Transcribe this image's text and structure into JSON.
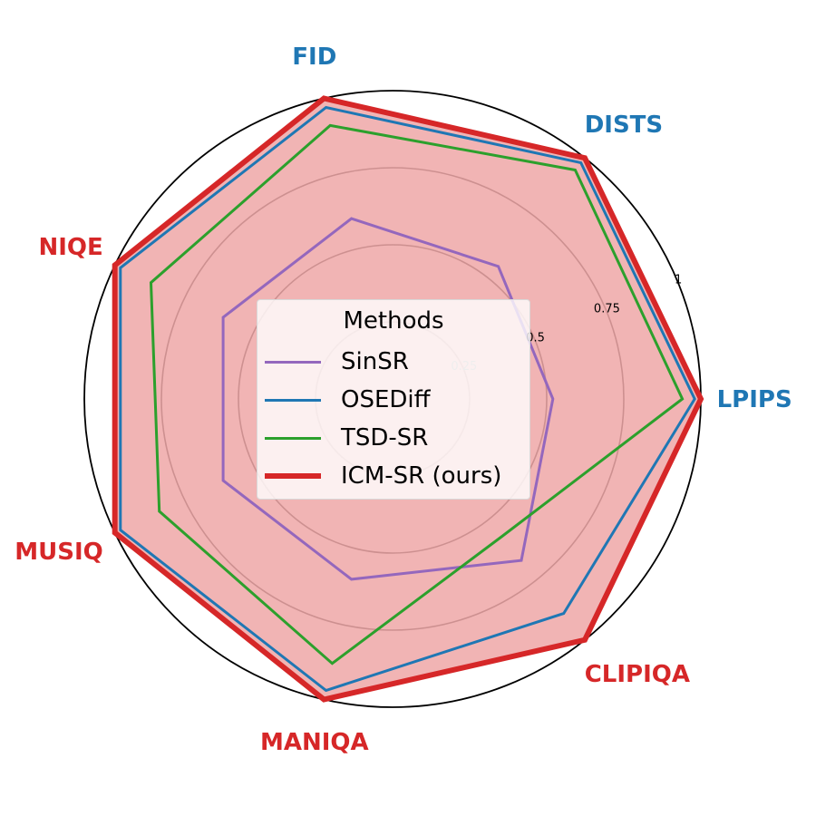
{
  "chart_data": {
    "type": "radar",
    "axes": [
      {
        "name": "LPIPS",
        "color": "#1f77b4"
      },
      {
        "name": "DISTS",
        "color": "#1f77b4"
      },
      {
        "name": "FID",
        "color": "#1f77b4"
      },
      {
        "name": "NIQE",
        "color": "#d62728"
      },
      {
        "name": "MUSIQ",
        "color": "#d62728"
      },
      {
        "name": "MANIQA",
        "color": "#d62728"
      },
      {
        "name": "CLIPIQA",
        "color": "#d62728"
      }
    ],
    "rlim": [
      0,
      1
    ],
    "ticks": [
      {
        "value": 0.25,
        "label": "0.25"
      },
      {
        "value": 0.5,
        "label": "0.5"
      },
      {
        "value": 0.75,
        "label": "0.75"
      },
      {
        "value": 1.0,
        "label": "1"
      }
    ],
    "legend": {
      "title": "Methods",
      "placement": "center"
    },
    "series": [
      {
        "name": "SinSR",
        "color": "#9467bd",
        "values": [
          0.52,
          0.55,
          0.6,
          0.61,
          0.61,
          0.6,
          0.67
        ],
        "fill": false,
        "bold": false
      },
      {
        "name": "OSEDiff",
        "color": "#1f77b4",
        "values": [
          0.98,
          0.98,
          0.97,
          0.98,
          0.98,
          0.97,
          0.89
        ],
        "fill": false,
        "bold": false
      },
      {
        "name": "TSD-SR",
        "color": "#2ca02c",
        "values": [
          0.94,
          0.95,
          0.91,
          0.87,
          0.84,
          0.88,
          0.57
        ],
        "fill": false,
        "bold": false
      },
      {
        "name": "ICM-SR (ours)",
        "color": "#d62728",
        "values": [
          1.0,
          1.0,
          1.0,
          1.0,
          1.0,
          1.0,
          1.0
        ],
        "fill": true,
        "bold": true
      }
    ]
  }
}
